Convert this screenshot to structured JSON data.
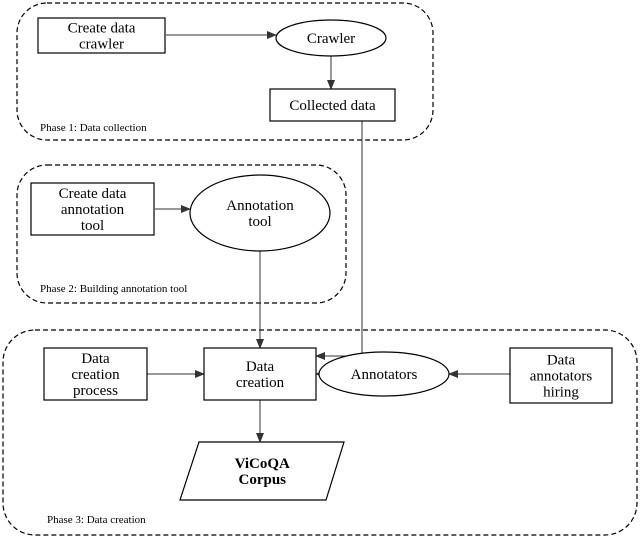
{
  "colors": {
    "stroke": "#000000",
    "fill": "#ffffff",
    "arrow": "#333333"
  },
  "phases": [
    {
      "id": "phase1",
      "label": "Phase 1: Data collection"
    },
    {
      "id": "phase2",
      "label": "Phase 2: Building annotation tool"
    },
    {
      "id": "phase3",
      "label": "Phase 3: Data creation"
    }
  ],
  "nodes": {
    "create_crawler": {
      "shape": "rect",
      "lines": [
        "Create data",
        "crawler"
      ]
    },
    "crawler": {
      "shape": "ellipse",
      "lines": [
        "Crawler"
      ]
    },
    "collected_data": {
      "shape": "rect",
      "lines": [
        "Collected data"
      ]
    },
    "create_annotation_tool": {
      "shape": "rect",
      "lines": [
        "Create data",
        "annotation",
        "tool"
      ]
    },
    "annotation_tool": {
      "shape": "ellipse",
      "lines": [
        "Annotation",
        "tool"
      ]
    },
    "data_creation_process": {
      "shape": "rect",
      "lines": [
        "Data",
        "creation",
        "process"
      ]
    },
    "data_creation": {
      "shape": "rect",
      "lines": [
        "Data",
        "creation"
      ]
    },
    "annotators": {
      "shape": "ellipse",
      "lines": [
        "Annotators"
      ]
    },
    "data_annotators_hiring": {
      "shape": "rect",
      "lines": [
        "Data",
        "annotators",
        "hiring"
      ]
    },
    "vicoqa_corpus": {
      "shape": "parallelogram",
      "lines": [
        "ViCoQA",
        "Corpus"
      ],
      "bold": true
    }
  },
  "edges": [
    {
      "from": "create_crawler",
      "to": "crawler"
    },
    {
      "from": "crawler",
      "to": "collected_data"
    },
    {
      "from": "create_annotation_tool",
      "to": "annotation_tool"
    },
    {
      "from": "annotation_tool",
      "to": "data_creation"
    },
    {
      "from": "collected_data",
      "to": "data_creation"
    },
    {
      "from": "data_creation_process",
      "to": "data_creation"
    },
    {
      "from": "annotators",
      "to": "data_creation"
    },
    {
      "from": "data_annotators_hiring",
      "to": "annotators"
    },
    {
      "from": "data_creation",
      "to": "vicoqa_corpus"
    }
  ]
}
